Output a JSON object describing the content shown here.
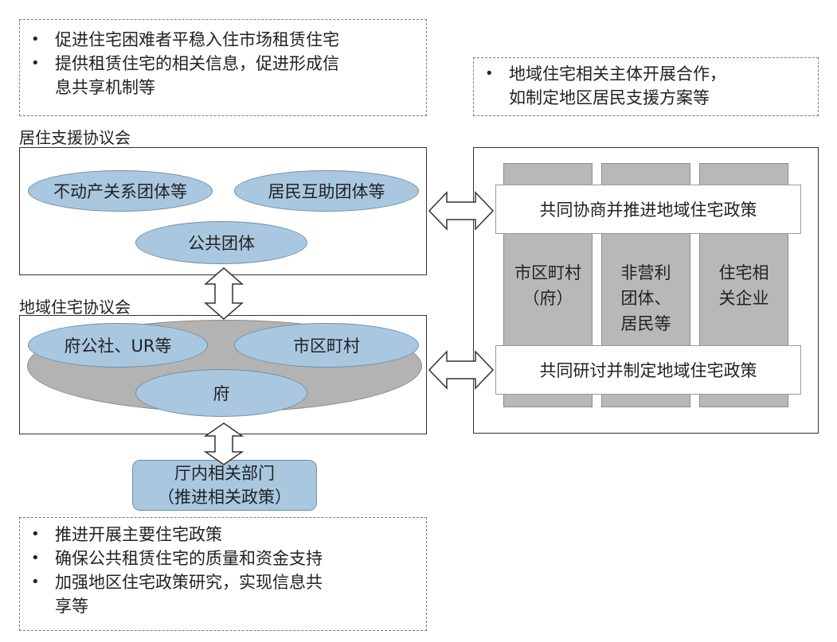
{
  "top_left_note": {
    "items": [
      "促进住宅困难者平稳入住市场租赁住宅",
      "提供租赁住宅的相关信息，促进形成信",
      "息共享机制等"
    ]
  },
  "top_right_note": {
    "line1": "地域住宅相关主体开展合作，",
    "line2": "如制定地区居民支援方案等"
  },
  "residential_support_council": {
    "label": "居住支援协议会",
    "groups": [
      "不动产关系团体等",
      "居民互助团体等",
      "公共团体"
    ]
  },
  "regional_housing_council": {
    "label": "地域住宅协议会",
    "groups": [
      "府公社、UR等",
      "市区町村",
      "府"
    ]
  },
  "department": {
    "line1": "厅内相关部门",
    "line2": "（推进相关政策）"
  },
  "bottom_note": {
    "items": [
      "推进开展主要住宅政策",
      "确保公共租赁住宅的质量和资金支持",
      "加强地区住宅政策研究，实现信息共",
      "享等"
    ]
  },
  "right_panel": {
    "band_top": "共同协商并推进地域住宅政策",
    "band_bottom": "共同研讨并制定地域住宅政策",
    "columns": [
      "市区町村\n（府）",
      "非营利\n团体、\n居民等",
      "住宅相\n关企业"
    ]
  },
  "colors": {
    "oval_fill": "#a9c8e0",
    "column_fill": "#b8b8b8",
    "large_oval_fill": "#b3b3b3"
  }
}
